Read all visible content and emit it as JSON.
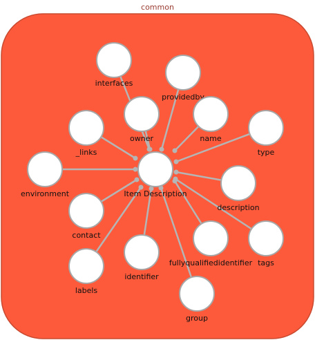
{
  "diagram": {
    "group_label": "common",
    "center": {
      "id": "item",
      "label": "Item Description"
    },
    "nodes": [
      {
        "id": "interfaces",
        "label": "interfaces"
      },
      {
        "id": "providedby",
        "label": "providedby"
      },
      {
        "id": "owner",
        "label": "owner"
      },
      {
        "id": "name",
        "label": "name"
      },
      {
        "id": "type",
        "label": "type"
      },
      {
        "id": "links",
        "label": "_links"
      },
      {
        "id": "environment",
        "label": "environment"
      },
      {
        "id": "description",
        "label": "description"
      },
      {
        "id": "contact",
        "label": "contact"
      },
      {
        "id": "fullyqualifiedidentifier",
        "label": "fullyqualifiedidentifier"
      },
      {
        "id": "tags",
        "label": "tags"
      },
      {
        "id": "labels",
        "label": "labels"
      },
      {
        "id": "identifier",
        "label": "identifier"
      },
      {
        "id": "group",
        "label": "group"
      }
    ],
    "colors": {
      "container_fill": "#fc5a3b",
      "container_stroke": "#c94a30",
      "node_fill": "#ffffff",
      "edge": "#b5b5b5"
    }
  }
}
